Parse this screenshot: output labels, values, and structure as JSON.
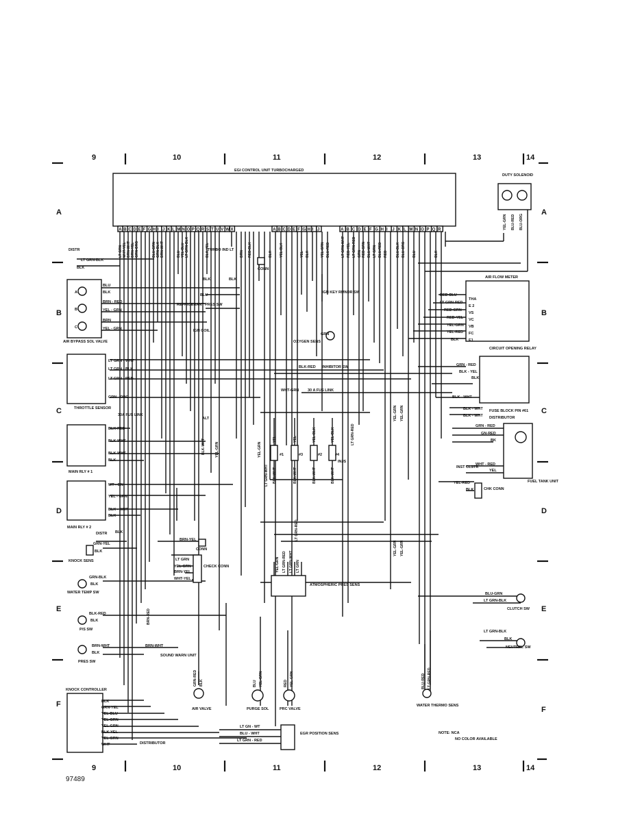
{
  "grid": {
    "columns_top": [
      "9",
      "10",
      "11",
      "12",
      "13",
      "14"
    ],
    "columns_bottom": [
      "9",
      "10",
      "11",
      "12",
      "13",
      "14"
    ],
    "rows_left": [
      "A",
      "B",
      "C",
      "D",
      "E",
      "F"
    ],
    "rows_right": [
      "A",
      "B",
      "C",
      "D",
      "E",
      "F"
    ]
  },
  "ecu": {
    "title": "EGI CONTROL UNIT TURBOCHARGED",
    "pins_1": [
      "A",
      "B",
      "C",
      "D",
      "E",
      "F",
      "G",
      "H",
      "I",
      "J",
      "K",
      "L",
      "M",
      "N",
      "O",
      "P",
      "Q",
      "R",
      "S",
      "T",
      "U",
      "V",
      "W",
      "X"
    ],
    "pins_2": [
      "A",
      "B",
      "C",
      "D",
      "E",
      "F",
      "G",
      "H",
      "I",
      "J"
    ],
    "pins_3": [
      "A",
      "B",
      "C",
      "D",
      "E",
      "F",
      "G",
      "H",
      "I",
      "J",
      "K",
      "L",
      "M",
      "N",
      "O",
      "P",
      "Q",
      "R"
    ]
  },
  "ecu_wires": [
    "LT GRN",
    "WHT-YEL",
    "BRN-WHT",
    "BRN-YEL",
    "GRN-ORG",
    "BLU-GRN",
    "GRN-BLK",
    "BRN-WHT",
    "BLU",
    "YEL-BLU",
    "LT GRN-BLK",
    "BLK-YEL",
    "BRN",
    "RED-BLK",
    "BLK",
    "YEL-BLK",
    "YEL",
    "BLK",
    "YEL-GRN",
    "BLU-RED",
    "LT GRN-WHT",
    "RED-YEL",
    "LT GRN-RED",
    "GRN",
    "RED-GRN",
    "BLU-WHT",
    "LT GRN",
    "BLU-RED",
    "RED",
    "BLU-BLK",
    "BLU-ORG",
    "BLU",
    "BLK"
  ],
  "components": {
    "duty_solenoid": "DUTY SOLENOID",
    "duty_wires": [
      "YEL-GRN",
      "BLU-RED",
      "BLU-ORG"
    ],
    "distr": "DISTR",
    "distr_wires": [
      "LT GRN-BLK",
      "BLK"
    ],
    "turbo_ind": "TURBO IND LT",
    "conn": "CONN",
    "air_bypass": "AIR BYPASS SOL VALVE",
    "air_bypass_pins": [
      "A",
      "B",
      "C"
    ],
    "air_bypass_wires": [
      "BLU",
      "BLK",
      "BRN - RED",
      "YEL - GRN",
      "BRN",
      "YEL - GRN"
    ],
    "refrigerant": "REFRIGERANT PRES SW",
    "refrig_wires": [
      "BLK",
      "BLK",
      "BLU"
    ],
    "ign_key": "IGN KEY RMNDR SW",
    "ign_coil": "IGN COIL",
    "oxygen": "OXYGEN SENS",
    "oxygen_wire": "GRN",
    "air_flow_meter": "AIR FLOW METER",
    "afm_wires": [
      "RED-BLU",
      "LT GRN-RED",
      "RED-GRN",
      "RED-YEL",
      "YEL-GRN",
      "YEL-RED",
      "BLK"
    ],
    "afm_pins": [
      "THA",
      "E 2",
      "VS",
      "VC",
      "VB",
      "FC",
      "E1"
    ],
    "throttle": "THROTTLE SENSOR",
    "throttle_wires": [
      "LT GRN - WHT",
      "LT GRN - BLK",
      "LT GRN - RED",
      "GRN - ORG"
    ],
    "inhibitor": "INHIBITOR SW",
    "inhibitor_wire": "BLK-RED",
    "circuit_opening": "CIRCUIT OPENING RELAY",
    "cor_wires": [
      "GRN - RED",
      "BLK - YEL",
      "BLK",
      "BLK - WHT"
    ],
    "fus_link": "30 A FUS LINK",
    "fus_link_wire": "WHT-GRN",
    "fuse_block": "FUSE BLOCK PIN #61",
    "distributor": "DISTRIBUTOR",
    "fb_wires": [
      "BLK - WHT",
      "BLK - WHT"
    ],
    "fus_link_2": "30A FUS LINK",
    "alt": "ALT",
    "main_rly1": "MAIN RLY # 1",
    "main_rly1_wires": [
      "BLK-RED",
      "BLK-WHT",
      "BLK-WHT",
      "BLK"
    ],
    "main_rly2": "MAIN RLY # 2",
    "main_rly2_wires": [
      "WT - GN",
      "YEL - GRN",
      "BLK - WHT",
      "BLK"
    ],
    "injs": "INJS",
    "inj_labels": [
      "#1",
      "#3",
      "#2",
      "#4"
    ],
    "inj_wires_top": [
      "YEL",
      "YEL",
      "YEL-BLK",
      "YEL-BLK"
    ],
    "inj_wires_bot": [
      "BLK-WHT",
      "BLK-WHT",
      "BLK-WHT",
      "BLK-WHT"
    ],
    "mid_wires": [
      "BLK-WHT",
      "YEL-GRN",
      "YEL-GRN",
      "LT GRN-WHT",
      "LT GRN-RED",
      "YEL-GRN",
      "YEL-GRN",
      "LT GRN-RED",
      "YEL-GRN",
      "YEL-GRN"
    ],
    "fuel_tank": "FUEL TANK UNIT",
    "fuel_wires": [
      "GRN - RED",
      "GN-RED",
      "BK"
    ],
    "inst_clstr": "INST CLSTR",
    "inst_wires": [
      "WHT - RED",
      "YEL"
    ],
    "chk_conn": "CHK CONN",
    "chk_wires": [
      "YEL-RED",
      "BLK"
    ],
    "knock_sens": "KNOCK SENS",
    "knock_wires": [
      "GRN-YEL",
      "BLK"
    ],
    "distr2_wire": "BLK",
    "conn2": "CONN",
    "conn2_wire": "BRN-YEL",
    "check_conn": "CHECK CONN",
    "check_wires": [
      "LT GRN",
      "YEL-GRN",
      "BRN-YEL",
      "WHT-YEL"
    ],
    "atmospheric": "ATMOSPHERIC PRES SENS",
    "atm_wires": [
      "YEL-GRN",
      "LT GRN-RED",
      "LT GRN-WHT",
      "LT GRN"
    ],
    "water_temp": "WATER TEMP SW",
    "water_temp_wires": [
      "GRN-BLK",
      "BLK"
    ],
    "ps_sw": "P/S SW",
    "ps_wires": [
      "BLK-RED",
      "BLK"
    ],
    "pres_sw": "PRES SW",
    "pres_wires": [
      "BRN-WHT",
      "BLK"
    ],
    "sound_warn": "SOUND WARN UNIT",
    "sound_wire": "BRN-WHT",
    "brn_red": "BRN-RED",
    "clutch": "CLUTCH SW",
    "clutch_wires": [
      "BLU-GRN",
      "LT GRN-BLK"
    ],
    "neutral": "NEUTRAL SW",
    "neutral_wires": [
      "LT GRN-BLK",
      "BLK"
    ],
    "knock_ctrl": "KNOCK CONTROLLER",
    "knock_ctrl_wires": [
      "BLK",
      "GRN-YEL",
      "YEL-BLU",
      "YEL-GRN",
      "YEL-GRN",
      "BLK-YEL",
      "YEL-GRN",
      "WHT"
    ],
    "distributor2": "DISTRIBUTOR",
    "air_valve": "AIR VALVE",
    "air_valve_wires": [
      "GRN-RED",
      "BLK"
    ],
    "purge": "PURGE SOL",
    "purge_wires": [
      "BLU",
      "YEL-GRN"
    ],
    "prc": "PRC VALVE",
    "prc_wires": [
      "RED",
      "YEL-GRN"
    ],
    "water_thermo": "WATER THERMO SENS",
    "water_thermo_wires": [
      "BLU-RED",
      "LT GRN-RED"
    ],
    "egr": "EGR POSITION SENS",
    "egr_wires": [
      "LT GN - WT",
      "BLU - WHT",
      "LT GRN - RED"
    ]
  },
  "note": {
    "line1": "NOTE: NCA",
    "line2": "NO COLOR AVAILABLE"
  },
  "figure_id": "97489"
}
